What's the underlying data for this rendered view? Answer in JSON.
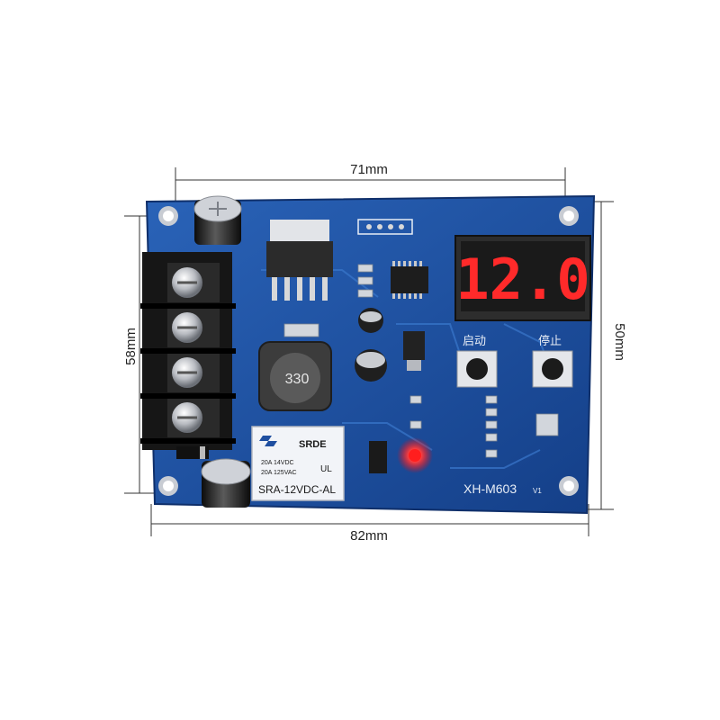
{
  "dimensions": {
    "top_width": "71mm",
    "bottom_width": "82mm",
    "left_height": "58mm",
    "right_height": "50mm"
  },
  "board": {
    "model": "XH-M603",
    "version": "V1",
    "display_value": "12.0",
    "inductor_marking": "330",
    "start_button_label": "启动",
    "stop_button_label": "停止"
  },
  "relay": {
    "brand": "SRDE",
    "rating_dc": "20A 14VDC",
    "rating_ac": "20A 125VAC",
    "model": "SRA-12VDC-AL"
  },
  "colors": {
    "pcb": "#1c4fa0",
    "display_red": "#ff2a2a",
    "relay_body": "#f2f4f8",
    "terminal_black": "#161616",
    "led_red": "#ff1e1e"
  }
}
